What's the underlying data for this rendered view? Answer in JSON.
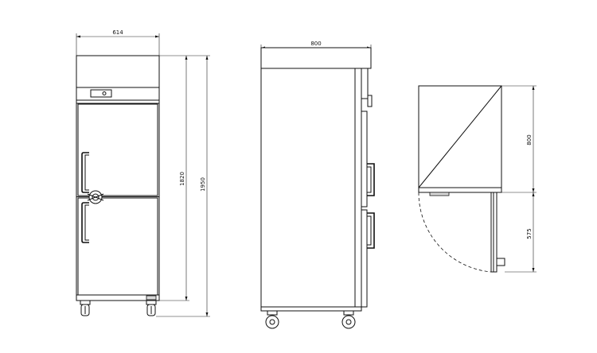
{
  "dimensions": {
    "front_width": "614",
    "front_body_height": "1820",
    "front_total_height": "1950",
    "side_depth": "800",
    "plan_depth": "800",
    "plan_door_swing": "575"
  }
}
